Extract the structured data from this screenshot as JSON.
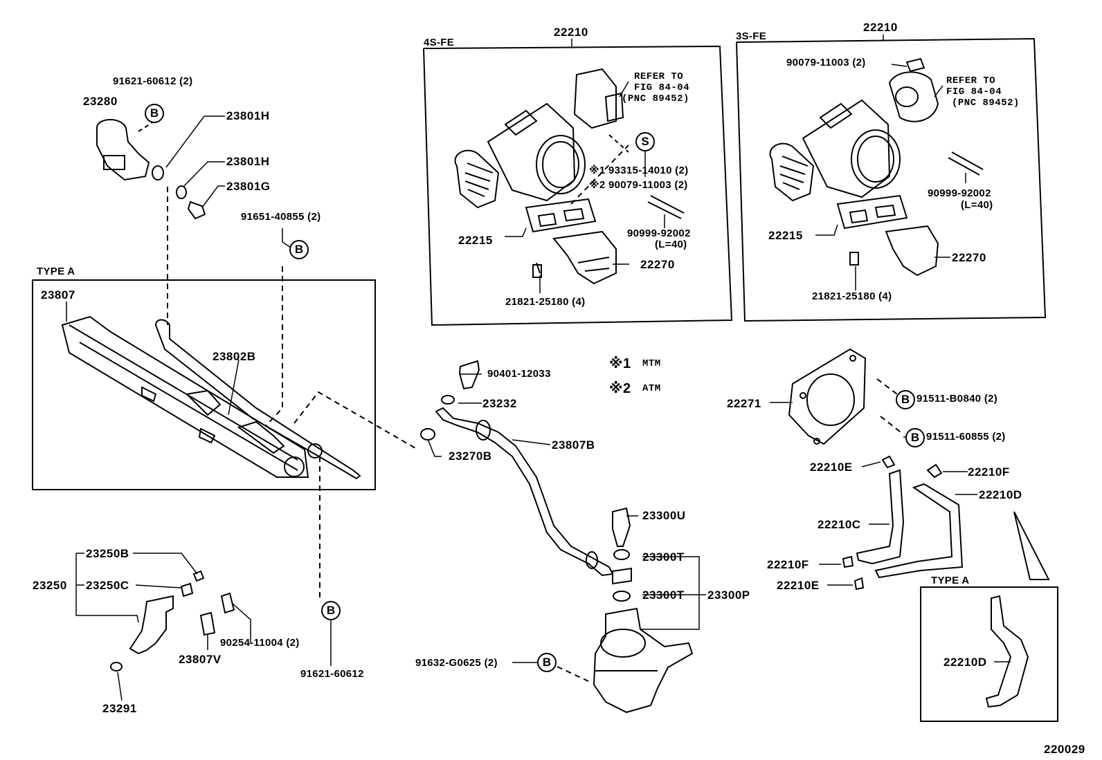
{
  "sections": {
    "s4sfe": "4S-FE",
    "s3sfe": "3S-FE",
    "typeA_left": "TYPE A",
    "typeA_right": "TYPE A"
  },
  "notes": {
    "n1_mark": "※1",
    "n1_text": "MTM",
    "n2_mark": "※2",
    "n2_text": "ATM"
  },
  "refer": {
    "a1": "REFER TO",
    "a2": "FIG 84-04",
    "a3": "(PNC 89452)",
    "b1": "REFER TO",
    "b2": "FIG 84-04",
    "b3": "(PNC 89452)"
  },
  "markers": {
    "b": "B",
    "s": "S"
  },
  "parts": {
    "p22210_a": "22210",
    "p22210_b": "22210",
    "p93315": "※1 93315-14010 (2)",
    "p90079_a": "※2 90079-11003 (2)",
    "p90079_b": "90079-11003 (2)",
    "p90999_a": "90999-92002",
    "p90999_a_len": "(L=40)",
    "p90999_b": "90999-92002",
    "p90999_b_len": "(L=40)",
    "p22215_a": "22215",
    "p22215_b": "22215",
    "p22270_a": "22270",
    "p22270_b": "22270",
    "p21821_a": "21821-25180 (4)",
    "p21821_b": "21821-25180 (4)",
    "p91621_top": "91621-60612 (2)",
    "p23280": "23280",
    "p23801h_1": "23801H",
    "p23801h_2": "23801H",
    "p23801g": "23801G",
    "p91651": "91651-40855 (2)",
    "p23807": "23807",
    "p23802b": "23802B",
    "p90401": "90401-12033",
    "p23232": "23232",
    "p23270b": "23270B",
    "p23807b": "23807B",
    "p22271": "22271",
    "p91511_b0840": "91511-B0840 (2)",
    "p91511_60855": "91511-60855 (2)",
    "p22210e_1": "22210E",
    "p22210f_1": "22210F",
    "p22210d_1": "22210D",
    "p22210c": "22210C",
    "p22210f_2": "22210F",
    "p22210e_2": "22210E",
    "p22210d_2": "22210D",
    "p23300u": "23300U",
    "p23300t_1": "23300T",
    "p23300t_2": "23300T",
    "p23300p": "23300P",
    "p91632": "91632-G0625 (2)",
    "p23250b": "23250B",
    "p23250": "23250",
    "p23250c": "23250C",
    "p90254": "90254-11004 (2)",
    "p23807v": "23807V",
    "p91621_bottom": "91621-60612",
    "p23291": "23291",
    "code": "220029"
  }
}
